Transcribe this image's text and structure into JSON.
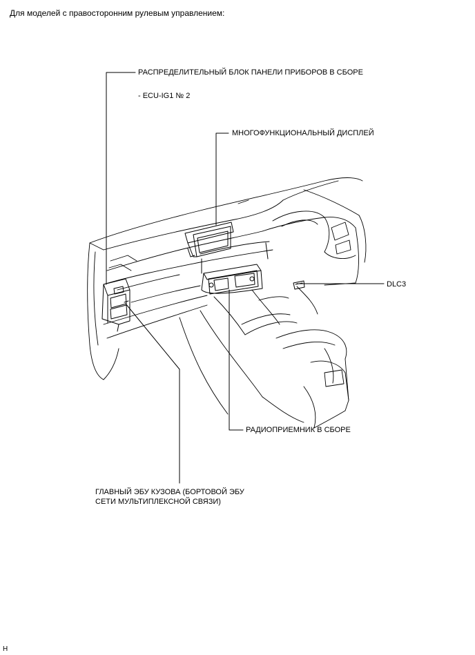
{
  "header": {
    "title": "Для моделей с правосторонним рулевым управлением:"
  },
  "labels": {
    "instrument_panel_junction_block": "РАСПРЕДЕЛИТЕЛЬНЫЙ БЛОК ПАНЕЛИ ПРИБОРОВ В СБОРЕ",
    "fuse_note": "- ECU-IG1 № 2",
    "multi_display": "МНОГОФУНКЦИОНАЛЬНЫЙ ДИСПЛЕЙ",
    "dlc3": "DLC3",
    "radio_receiver": "РАДИОПРИЕМНИК В СБОРЕ",
    "main_body_ecu_line1": "ГЛАВНЫЙ ЭБУ КУЗОВА (БОРТОВОЙ ЭБУ",
    "main_body_ecu_line2": "СЕТИ МУЛЬТИПЛЕКСНОЙ СВЯЗИ)"
  },
  "footer": {
    "figure_code": "H"
  }
}
